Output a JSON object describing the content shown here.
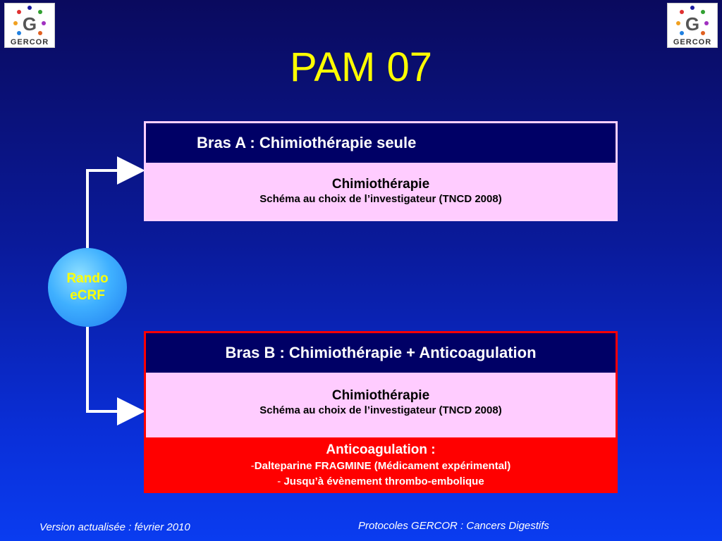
{
  "logos": {
    "left_text": "GERCOR",
    "right_text": "GERCOR"
  },
  "title": "PAM 07",
  "randomization": {
    "line1": "Rando",
    "line2": "eCRF"
  },
  "arm_a": {
    "header": "Bras A : Chimiothérapie seule",
    "treatment_title": "Chimiothérapie",
    "treatment_detail": "Schéma au choix de l’investigateur (TNCD 2008)"
  },
  "arm_b": {
    "header": "Bras B : Chimiothérapie + Anticoagulation",
    "treatment_title": "Chimiothérapie",
    "treatment_detail": "Schéma au choix de l’investigateur (TNCD 2008)",
    "anticoag_title": "Anticoagulation :",
    "anticoag_lines": [
      {
        "dash": "-",
        "text": "Dalteparine FRAGMINE (Médicament expérimental)"
      },
      {
        "dash": "- ",
        "text": "Jusqu’à évènement thrombo-embolique"
      }
    ]
  },
  "footer": {
    "left": "Version actualisée : février 2010",
    "right": "Protocoles GERCOR : Cancers Digestifs"
  },
  "colors": {
    "title": "#ffff00",
    "arm_header_bg": "#000066",
    "arm_body_bg": "#ffccff",
    "anticoag_bg": "#ff0000",
    "arm_b_border": "#ff0000",
    "arm_a_border": "#ffd0ff"
  }
}
